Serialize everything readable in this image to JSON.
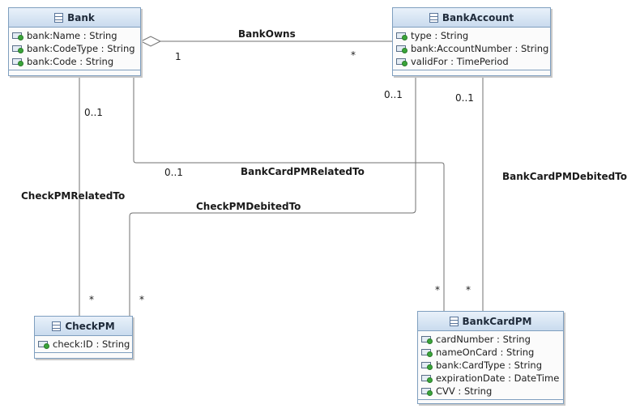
{
  "classes": {
    "bank": {
      "name": "Bank",
      "attributes": [
        "bank:Name : String",
        "bank:CodeType : String",
        "bank:Code : String"
      ]
    },
    "bank_account": {
      "name": "BankAccount",
      "attributes": [
        "type : String",
        "bank:AccountNumber : String",
        "validFor : TimePeriod"
      ]
    },
    "check_pm": {
      "name": "CheckPM",
      "attributes": [
        "check:ID : String"
      ]
    },
    "bank_card_pm": {
      "name": "BankCardPM",
      "attributes": [
        "cardNumber : String",
        "nameOnCard : String",
        "bank:CardType : String",
        "expirationDate : DateTime",
        "CVV : String"
      ]
    }
  },
  "associations": {
    "bank_owns": {
      "name": "BankOwns",
      "source_mult": "1",
      "target_mult": "*"
    },
    "check_pm_related_to": {
      "name": "CheckPMRelatedTo",
      "source_mult": "0..1",
      "target_mult": "*"
    },
    "bank_card_pm_related_to": {
      "name": "BankCardPMRelatedTo",
      "source_mult": "0..1",
      "target_mult": "*"
    },
    "check_pm_debited_to": {
      "name": "CheckPMDebitedTo",
      "source_mult": "0..1",
      "target_mult": "*"
    },
    "bank_card_pm_debited_to": {
      "name": "BankCardPMDebitedTo",
      "source_mult": "0..1",
      "target_mult": "*"
    }
  },
  "colors": {
    "class_border": "#7f9fbf",
    "header_top": "#e9f1fa",
    "header_bottom": "#c9dbee",
    "line": "#707070",
    "attr_dot": "#3aa53a"
  },
  "icons": {
    "class": "class-icon",
    "attribute": "attribute-icon",
    "aggregation": "hollow-diamond"
  }
}
